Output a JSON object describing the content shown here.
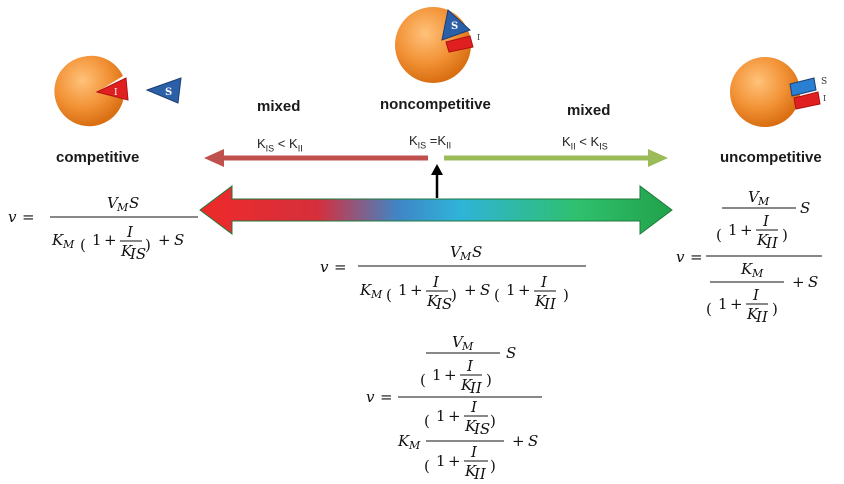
{
  "labels": {
    "competitive": "competitive",
    "noncompetitive": "noncompetitive",
    "uncompetitive": "uncompetitive",
    "mixed_left": "mixed",
    "mixed_right": "mixed"
  },
  "conditions": {
    "left": {
      "a": "K",
      "a_sub": "IS",
      "op": " < ",
      "b": "K",
      "b_sub": "II"
    },
    "center": {
      "a": "K",
      "a_sub": "IS",
      "op": " =",
      "b": "K",
      "b_sub": "II"
    },
    "right": {
      "a": "K",
      "a_sub": "II",
      "op": " < ",
      "b": "K",
      "b_sub": "IS"
    }
  },
  "icons": {
    "substrate": "S",
    "inhibitor": "I"
  },
  "equations": {
    "v": "v",
    "eq": "=",
    "VM": "V",
    "M": "M",
    "S": "S",
    "KM": "K",
    "I": "I",
    "KIS": "K",
    "IS": "IS",
    "KII": "K",
    "II": "II",
    "one": "1",
    "plus": "+"
  },
  "colors": {
    "enzyme": "#f0902a",
    "red_arrow": "#c0504d",
    "green_arrow": "#9bbb59",
    "inhibitor": "#e02020",
    "substrate": "#2b5fa8"
  }
}
